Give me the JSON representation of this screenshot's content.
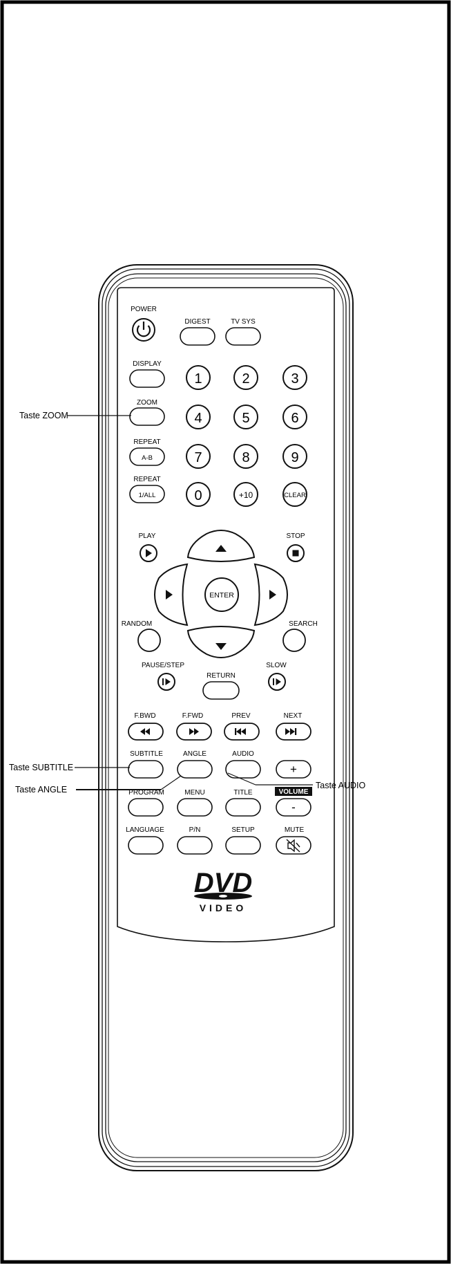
{
  "callouts": {
    "zoom": "Taste ZOOM",
    "subtitle": "Taste SUBTITLE",
    "angle": "Taste ANGLE",
    "audio": "Taste AUDIO"
  },
  "remote": {
    "power": "POWER",
    "digest": "DIGEST",
    "tv_sys": "TV SYS",
    "display": "DISPLAY",
    "zoom": "ZOOM",
    "repeat_ab_top": "REPEAT",
    "repeat_ab_btn": "A-B",
    "repeat_all_top": "REPEAT",
    "repeat_all_btn": "1/ALL",
    "digits": [
      "1",
      "2",
      "3",
      "4",
      "5",
      "6",
      "7",
      "8",
      "9",
      "0",
      "+10",
      "CLEAR"
    ],
    "play": "PLAY",
    "stop": "STOP",
    "enter": "ENTER",
    "random": "RANDOM",
    "search": "SEARCH",
    "pause_step": "PAUSE/STEP",
    "return": "RETURN",
    "slow": "SLOW",
    "fbwd": "F.BWD",
    "ffwd": "F.FWD",
    "prev": "PREV",
    "next": "NEXT",
    "subtitle": "SUBTITLE",
    "angle": "ANGLE",
    "audio": "AUDIO",
    "vol_plus": "+",
    "program": "PROGRAM",
    "menu": "MENU",
    "title": "TITLE",
    "volume": "VOLUME",
    "vol_minus": "-",
    "language": "LANGUAGE",
    "pn": "P/N",
    "setup": "SETUP",
    "mute": "MUTE",
    "logo_dvd": "DVD",
    "logo_video": "VIDEO"
  }
}
